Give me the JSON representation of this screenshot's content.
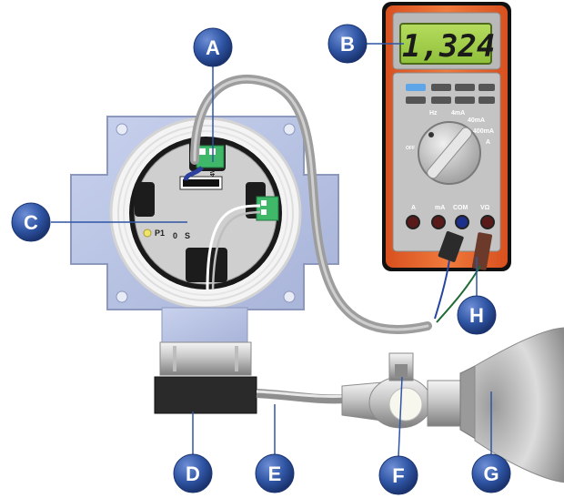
{
  "multimeter": {
    "display_value": "1,324",
    "dial_labels": {
      "hz": "Hz",
      "ma4": "4mA",
      "ma40": "40mA",
      "ma400": "400mA",
      "amp": "A",
      "off": "OFF"
    },
    "jack_labels": {
      "amp": "A",
      "ma": "mA",
      "com": "COM",
      "volt_ohm": "VΩ"
    },
    "colors": {
      "body": "#e8622a",
      "panel": "#c9c9c9",
      "lcd": "#9fcf3f"
    }
  },
  "transmitter": {
    "board_labels": {
      "p1": "P1",
      "zero": "0",
      "span": "S"
    },
    "terminal_label": "24V"
  },
  "callouts": [
    {
      "letter": "A"
    },
    {
      "letter": "B"
    },
    {
      "letter": "C"
    },
    {
      "letter": "D"
    },
    {
      "letter": "E"
    },
    {
      "letter": "F"
    },
    {
      "letter": "G"
    },
    {
      "letter": "H"
    }
  ],
  "colors": {
    "callout": "#2f55a4",
    "callout_edge": "#1b3470",
    "cable": "#a0a0a0"
  }
}
